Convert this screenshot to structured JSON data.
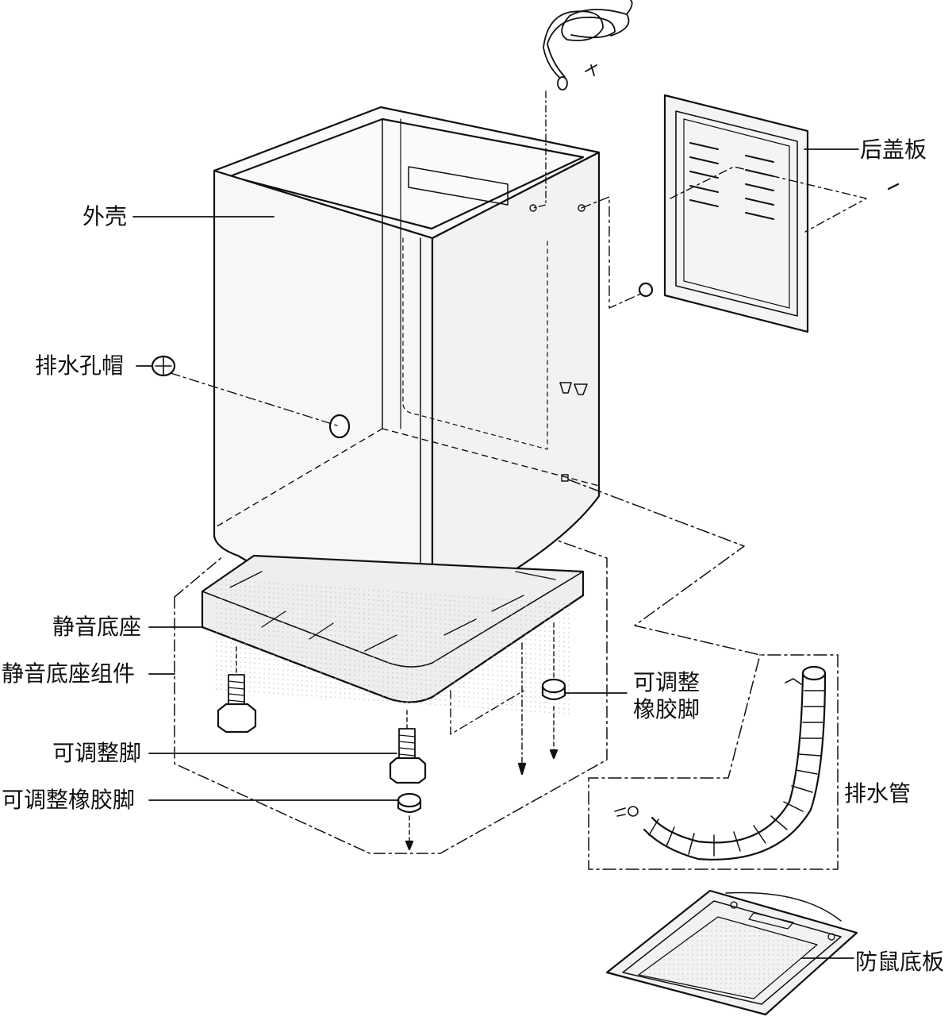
{
  "labels": {
    "back_cover": "后盖板",
    "outer_shell": "外壳",
    "drain_hole_cap": "排水孔帽",
    "silent_base": "静音底座",
    "silent_base_assembly": "静音底座组件",
    "adjustable_rubber_foot_right_line1": "可调整",
    "adjustable_rubber_foot_right_line2": "橡胶脚",
    "adjustable_foot": "可调整脚",
    "adjustable_rubber_foot": "可调整橡胶脚",
    "drain_hose": "排水管",
    "mouse_proof_plate": "防鼠底板"
  },
  "colors": {
    "line": "#111111",
    "paper": "#ffffff",
    "shade": "#e9e9e9"
  }
}
